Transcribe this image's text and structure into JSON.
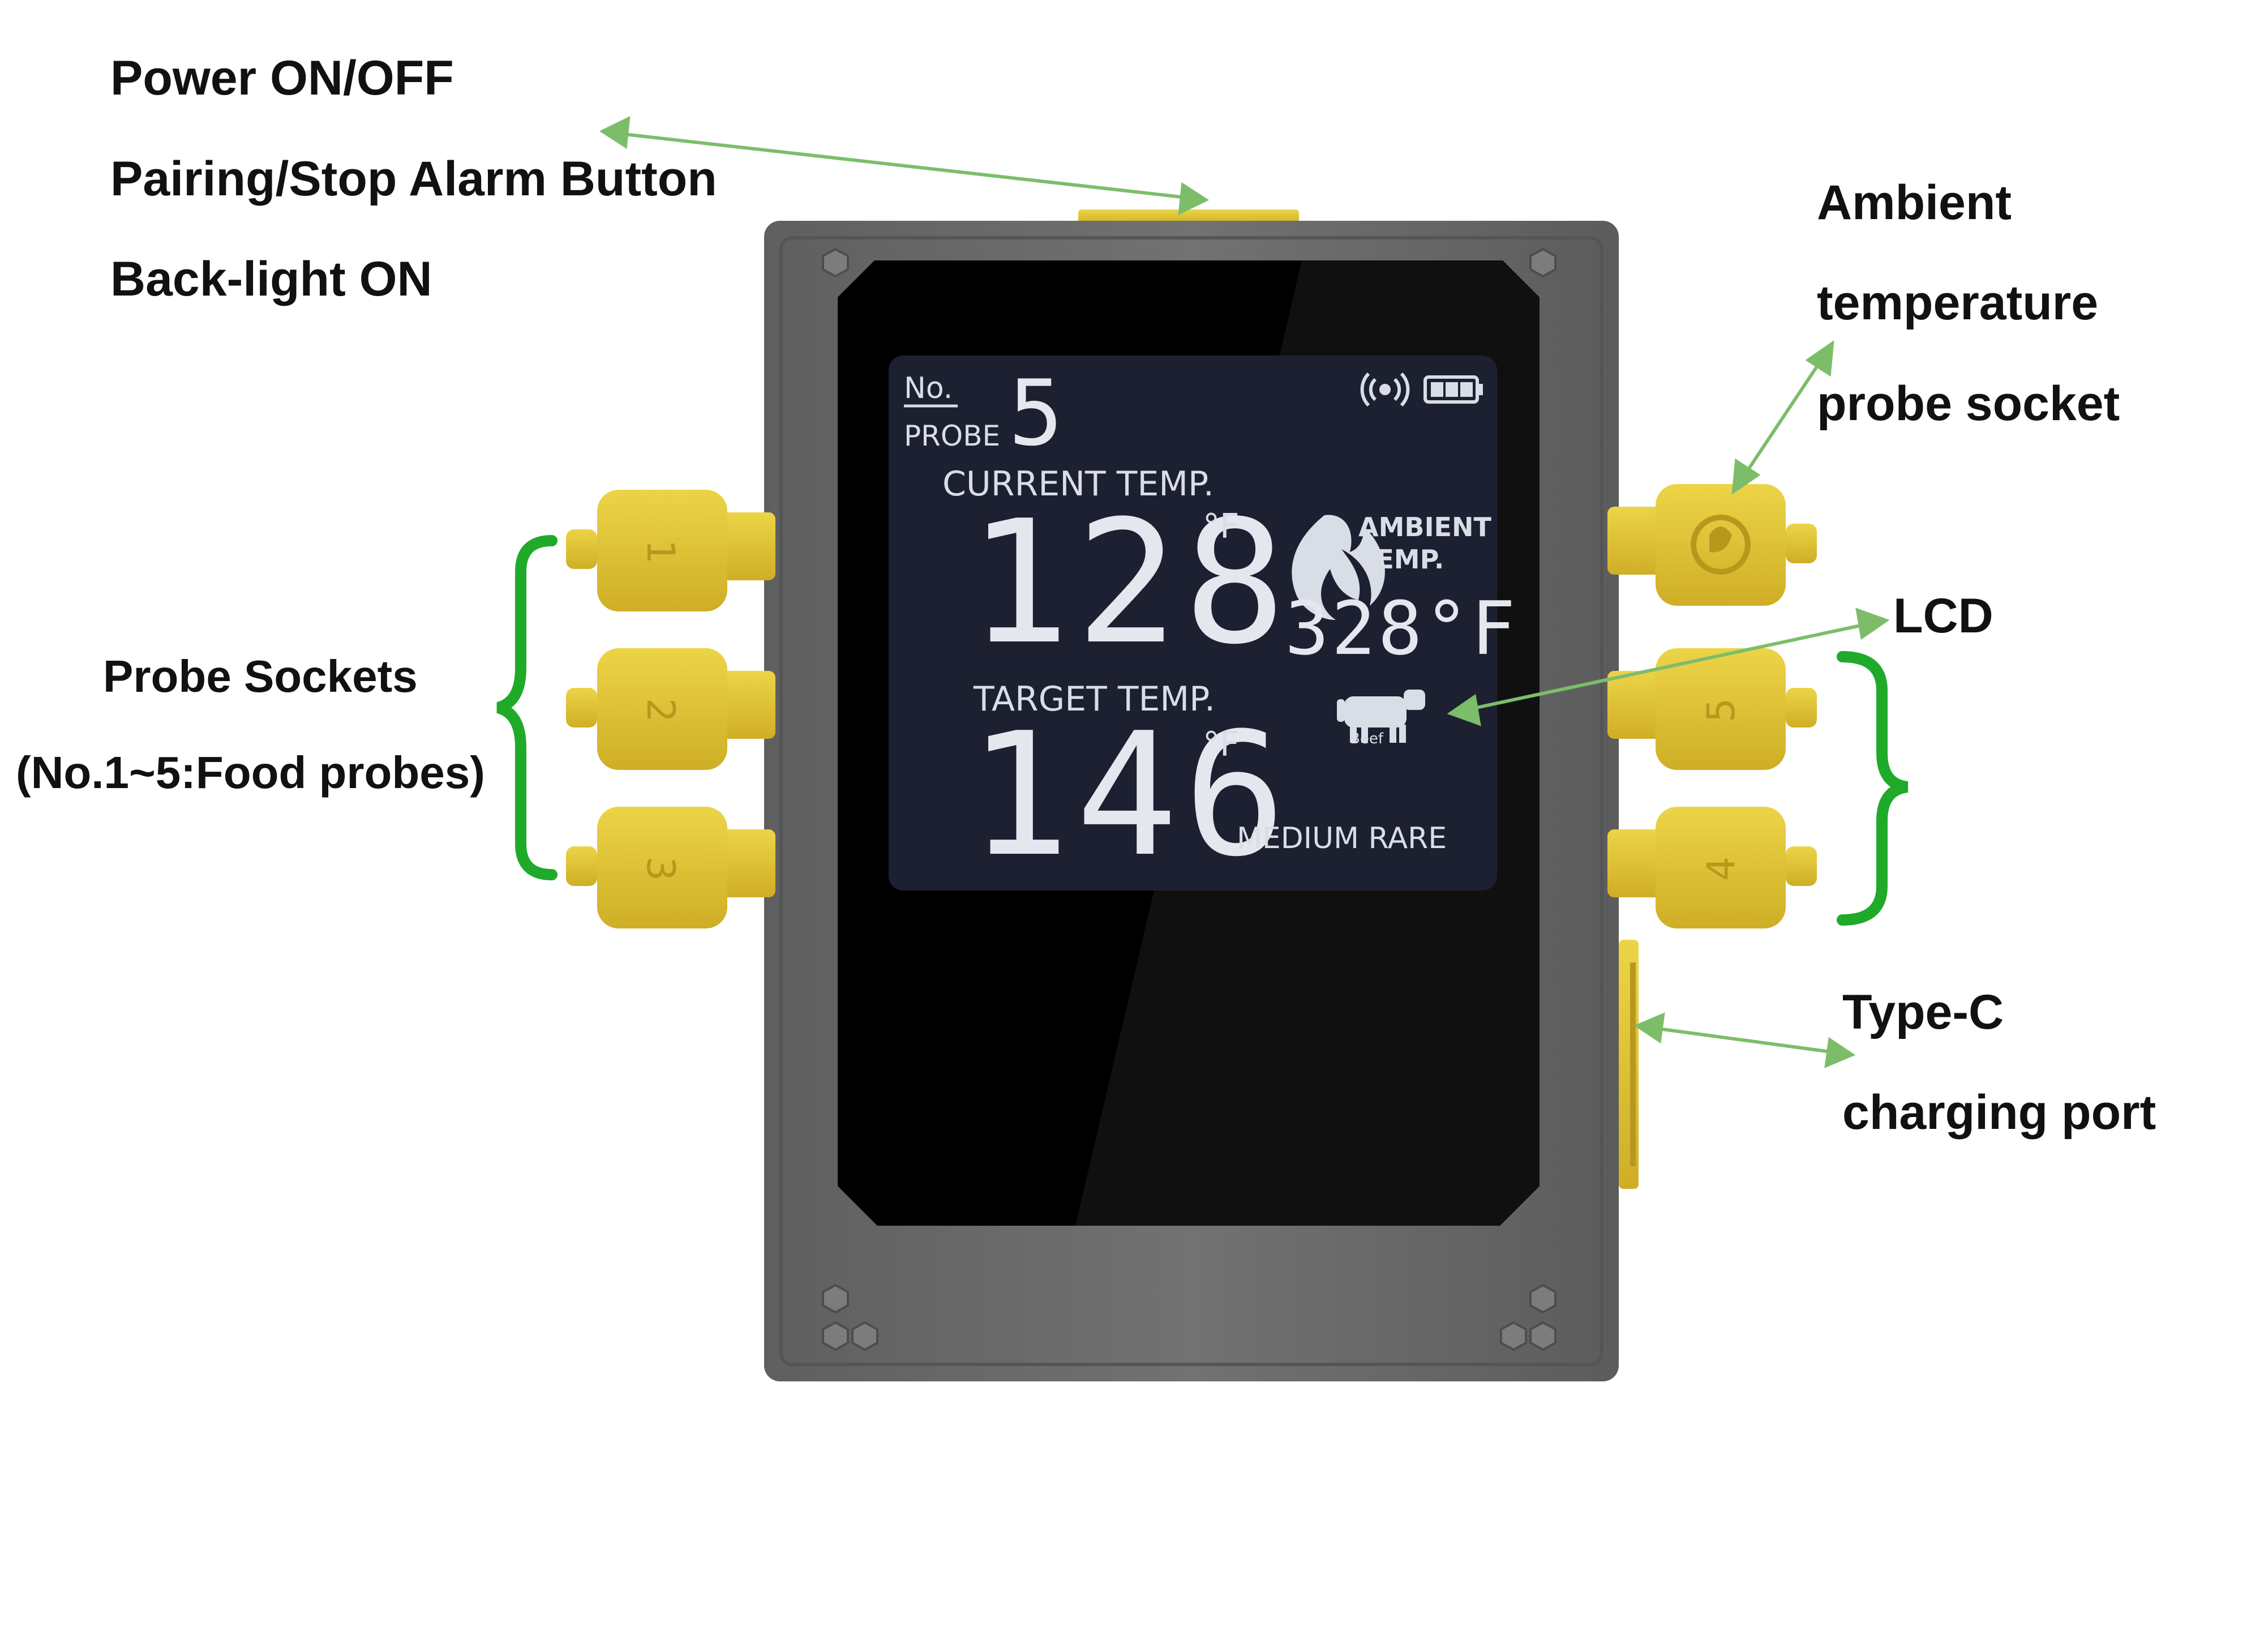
{
  "annotations": {
    "power_line1": "Power ON/OFF",
    "power_line2": "Pairing/Stop Alarm Button",
    "power_line3": "Back-light ON",
    "ambient_line1": "Ambient",
    "ambient_line2": "temperature",
    "ambient_line3": "probe socket",
    "lcd": "LCD",
    "probe_sockets_line1": "Probe Sockets",
    "probe_sockets_line2": "(No.1~5:Food probes)",
    "typec_line1": "Type-C",
    "typec_line2": "charging port"
  },
  "display": {
    "no_label": "No.",
    "probe_label": "PROBE",
    "probe_number": "5",
    "current_label": "CURRENT TEMP.",
    "current_value": "128",
    "current_unit": "°F",
    "target_label": "TARGET TEMP.",
    "target_value": "146",
    "target_unit": "°F",
    "ambient_label_1": "AMBIENT",
    "ambient_label_2": "TEMP.",
    "ambient_value": "328°F",
    "meat_label": "Beef",
    "doneness": "MEDIUM RARE"
  },
  "sockets": {
    "left": [
      "1",
      "2",
      "3"
    ],
    "right": [
      "5",
      "4"
    ]
  },
  "colors": {
    "arrow": "#7dbd6a",
    "bracket": "#1faa2a",
    "socket": "#e0c63a",
    "body": "#6e6e6e",
    "screen": "#1c2030"
  }
}
